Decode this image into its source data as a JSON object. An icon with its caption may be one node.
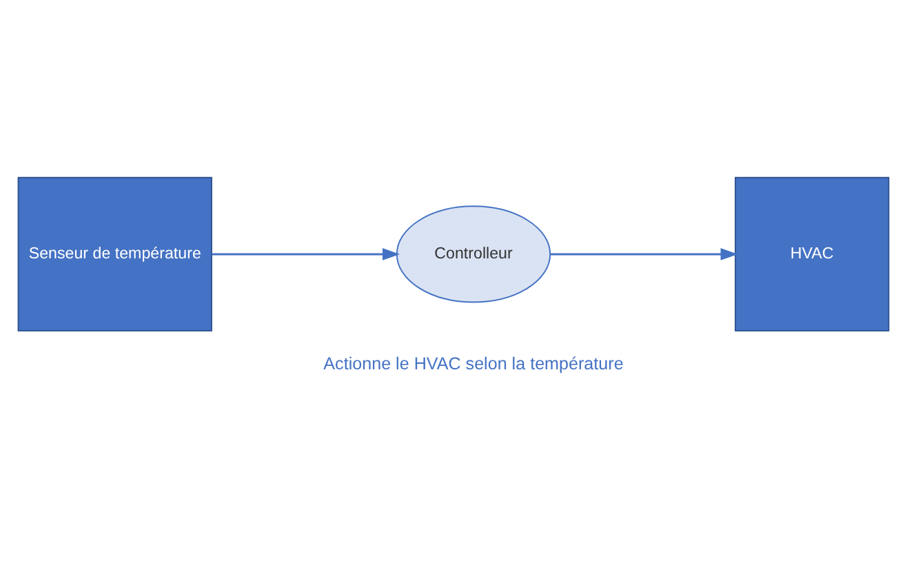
{
  "diagram": {
    "nodes": [
      {
        "text": [
          "Senseur de température"
        ]
      },
      {
        "text": [
          "HVAC"
        ]
      },
      {
        "text": [
          "Controlleur"
        ],
        "beside": [
          "Actionne le HVAC selon la température"
        ]
      }
    ],
    "edges": [
      {
        "from": 0,
        "to": 2,
        "arrow": "to"
      },
      {
        "from": 2,
        "to": 1,
        "arrow": "to"
      }
    ]
  }
}
